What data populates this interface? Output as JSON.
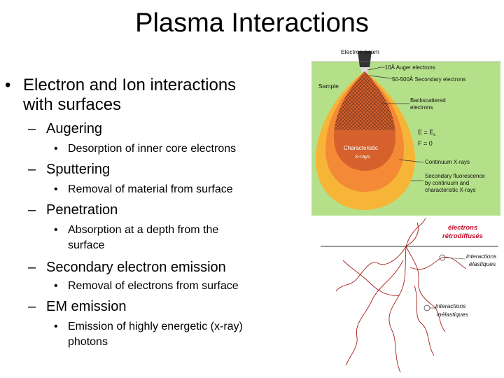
{
  "slide": {
    "title": "Plasma Interactions",
    "bullets": [
      {
        "level": 1,
        "marker": "•",
        "lines": [
          "Electron and Ion interactions",
          "with surfaces"
        ]
      },
      {
        "level": 2,
        "marker": "–",
        "lines": [
          "Augering"
        ]
      },
      {
        "level": 3,
        "marker": "•",
        "lines": [
          "Desorption of inner core electrons"
        ]
      },
      {
        "level": 2,
        "marker": "–",
        "lines": [
          "Sputtering"
        ]
      },
      {
        "level": 3,
        "marker": "•",
        "lines": [
          "Removal of material from surface"
        ]
      },
      {
        "level": 2,
        "marker": "–",
        "lines": [
          "Penetration"
        ]
      },
      {
        "level": 3,
        "marker": "•",
        "lines": [
          "Absorption at a depth from the",
          "surface"
        ]
      },
      {
        "level": 2,
        "marker": "–",
        "lines": [
          "Secondary electron emission"
        ]
      },
      {
        "level": 3,
        "marker": "•",
        "lines": [
          "Removal of electrons from surface"
        ]
      },
      {
        "level": 2,
        "marker": "–",
        "lines": [
          "EM emission"
        ]
      },
      {
        "level": 3,
        "marker": "•",
        "lines": [
          "Emission of highly energetic (x-ray)",
          "photons"
        ]
      }
    ]
  },
  "interaction_volume_diagram": {
    "background_color": "#b5e08a",
    "labels": {
      "electron_beam": "Electron beam",
      "sample": "Sample",
      "auger": "~10Å Auger electrons",
      "secondary": "50-500Å Secondary electrons",
      "backscattered_1": "Backscattered",
      "backscattered_2": "electrons",
      "energy_eq": "E = E",
      "energy_sub": "c",
      "field_eq": "F = 0",
      "characteristic_1": "Characteristic",
      "characteristic_2": "X-rays",
      "continuum": "Continuum X-rays",
      "fluor_1": "Secondary fluorescence",
      "fluor_2": "by continuum and",
      "fluor_3": "characteristic X-rays"
    },
    "colors": {
      "outer": "#f7b538",
      "middle": "#f48a35",
      "inner": "#d6612d",
      "label_red": "#c8102e"
    }
  },
  "scattering_diagram": {
    "labels": {
      "backscattered_1": "électrons",
      "backscattered_2": "rétrodiffusés",
      "elastic_1": "interactions",
      "elastic_2": "élastiques",
      "inelastic_1": "interactions",
      "inelastic_2": "inélastiques"
    },
    "colors": {
      "path_red": "#a8201a",
      "label_red": "#c8102e"
    }
  }
}
